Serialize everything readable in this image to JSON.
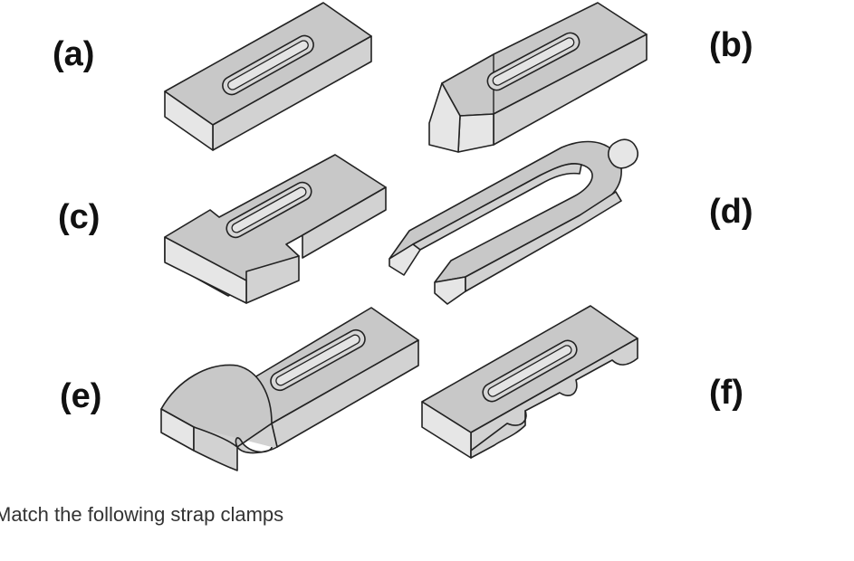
{
  "labels": {
    "a": "(a)",
    "b": "(b)",
    "c": "(c)",
    "d": "(d)",
    "e": "(e)",
    "f": "(f)"
  },
  "caption": "Match the following strap clamps",
  "colors": {
    "clamp_fill": "#c8c8c8",
    "outline": "#222222",
    "text": "#333333"
  }
}
